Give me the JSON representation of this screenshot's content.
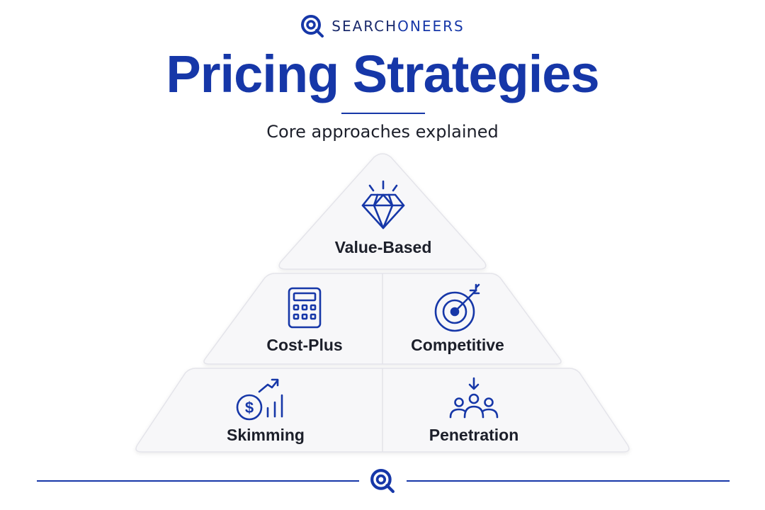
{
  "brand": {
    "name_part1": "SEARCH",
    "name_part2": "ONEERS",
    "logo_icon": "search-magnifier-logo-icon"
  },
  "header": {
    "title": "Pricing Strategies",
    "subtitle": "Core approaches explained"
  },
  "pyramid": {
    "top": {
      "label": "Value-Based",
      "icon": "diamond-icon"
    },
    "middle": [
      {
        "label": "Cost-Plus",
        "icon": "calculator-icon"
      },
      {
        "label": "Competitive",
        "icon": "target-icon"
      }
    ],
    "bottom": [
      {
        "label": "Skimming",
        "icon": "dollar-growth-chart-icon"
      },
      {
        "label": "Penetration",
        "icon": "group-entry-icon"
      }
    ]
  },
  "footer": {
    "icon": "search-magnifier-logo-icon"
  },
  "colors": {
    "accent": "#1637a8",
    "text": "#1c1f2a",
    "tier_fill": "#f7f7f9",
    "tier_border": "#e4e4ea"
  }
}
